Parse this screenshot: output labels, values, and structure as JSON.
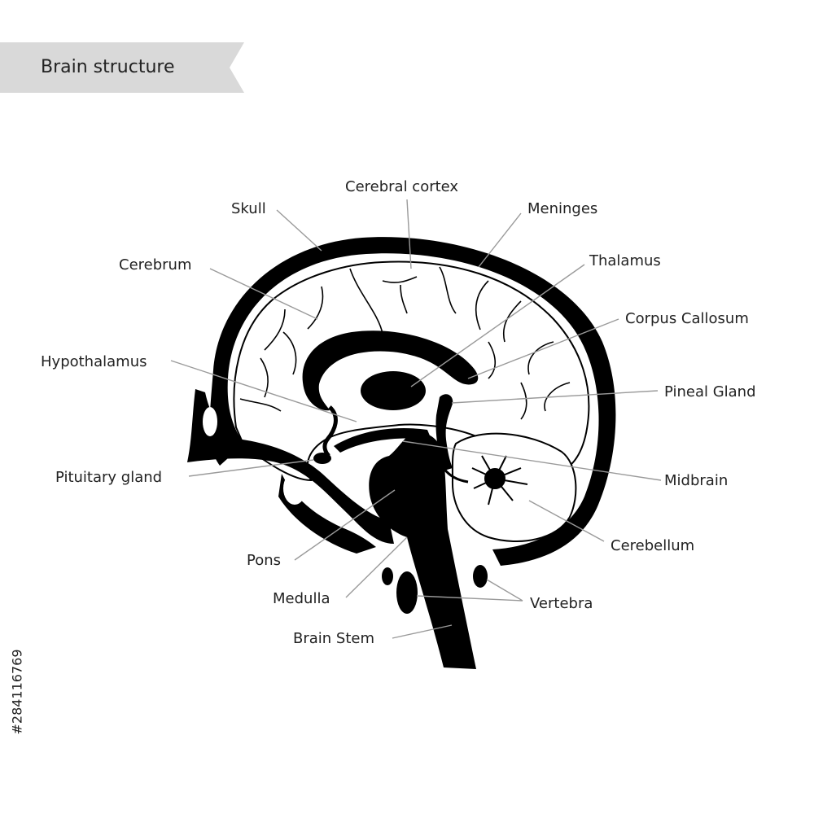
{
  "title": "Brain structure",
  "stock_id": "#284116769",
  "colors": {
    "ink": "#000000",
    "banner": "#d9d9d9",
    "leader": "#9a9a9a",
    "text": "#222222"
  },
  "labels": {
    "skull": "Skull",
    "cerebral_cortex": "Cerebral cortex",
    "meninges": "Meninges",
    "cerebrum": "Cerebrum",
    "thalamus": "Thalamus",
    "corpus_callosum": "Corpus Callosum",
    "hypothalamus": "Hypothalamus",
    "pineal_gland": "Pineal Gland",
    "pituitary_gland": "Pituitary gland",
    "midbrain": "Midbrain",
    "cerebellum": "Cerebellum",
    "pons": "Pons",
    "medulla": "Medulla",
    "vertebra": "Vertebra",
    "brain_stem": "Brain Stem"
  }
}
